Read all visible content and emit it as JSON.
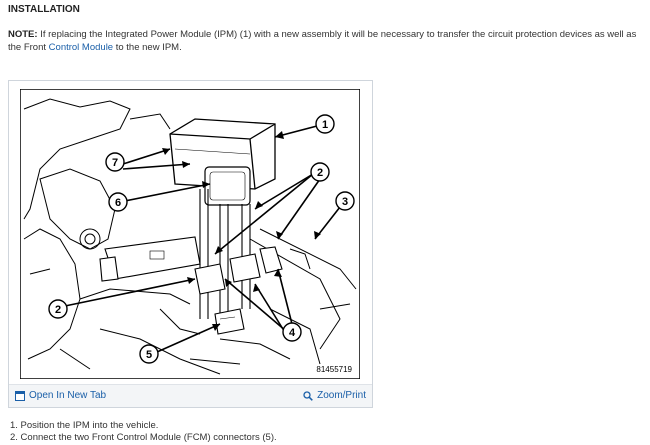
{
  "heading": "INSTALLATION",
  "note": {
    "label": "NOTE:",
    "text_before": " If replacing the Integrated Power Module (IPM) (1) with a new assembly it will be necessary to transfer the circuit protection devices as well as the Front ",
    "link": "Control Module",
    "text_after": " to the new IPM."
  },
  "figure": {
    "callouts": [
      "1",
      "2",
      "3",
      "4",
      "5",
      "6",
      "7"
    ],
    "image_id": "81455719",
    "open_tab_label": "Open In New Tab",
    "zoom_label": "Zoom/Print",
    "icons": [
      "open-in-new-tab-icon",
      "zoom-icon"
    ]
  },
  "steps": [
    "1. Position the IPM into the vehicle.",
    "2. Connect the two Front Control Module (FCM) connectors (5)."
  ],
  "colors": {
    "link": "#1a5fa8",
    "bar": "#f3f5f7"
  }
}
